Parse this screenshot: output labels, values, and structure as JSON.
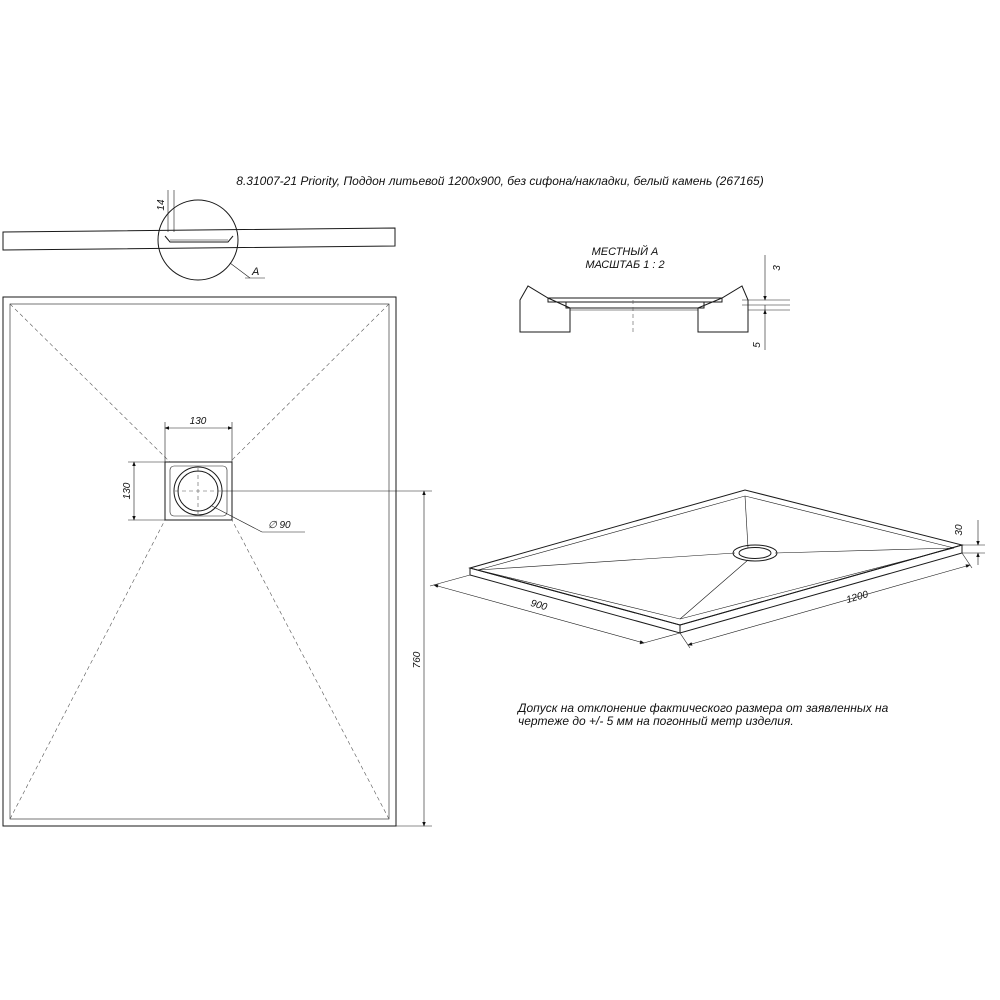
{
  "title": "8.31007-21 Priority, Поддон литьевой 1200х900, без сифона/накладки, белый камень (267165)",
  "section_view": {
    "dim_thickness": "14",
    "callout_label": "A"
  },
  "detail_view": {
    "title_line1": "МЕСТНЫЙ А",
    "title_line2": "МАСШТАБ 1 : 2",
    "dim_top": "3",
    "dim_bottom": "5"
  },
  "plan_view": {
    "dim_drain_width": "130",
    "dim_drain_height": "130",
    "dim_drain_diameter": "∅ 90",
    "dim_drain_offset": "760"
  },
  "iso_view": {
    "dim_width": "900",
    "dim_length": "1200",
    "dim_height": "30"
  },
  "note": {
    "line1": "Допуск на отклонение фактического размера от заявленных на",
    "line2": "чертеже до +/- 5 мм на погонный метр изделия."
  }
}
